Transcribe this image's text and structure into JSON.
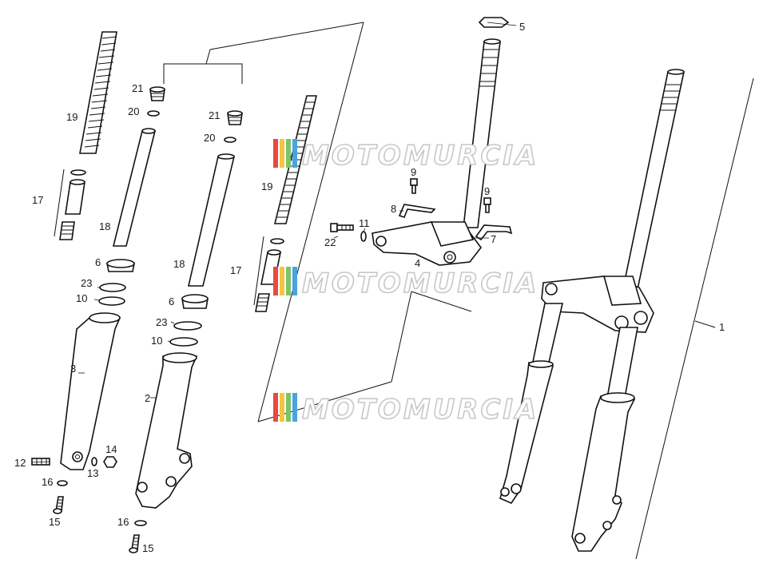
{
  "diagram": {
    "callouts": {
      "c1": "1",
      "c2": "2",
      "c3": "3",
      "c4": "4",
      "c5": "5",
      "c6a": "6",
      "c6b": "6",
      "c7": "7",
      "c9a": "9",
      "c9b": "9",
      "c10a": "10",
      "c10b": "10",
      "c11": "11",
      "c12": "12",
      "c13": "13",
      "c14": "14",
      "c15a": "15",
      "c15b": "15",
      "c16a": "16",
      "c16b": "16",
      "c17a": "17",
      "c17b": "17",
      "c18a": "18",
      "c18b": "18",
      "c19a": "19",
      "c19b": "19",
      "c20a": "20",
      "c20b": "20",
      "c21a": "21",
      "c21b": "21",
      "c22": "22",
      "c23a": "23",
      "c23b": "23"
    },
    "watermark_text": "MOTOMURCIA",
    "watermark_colors": [
      "#e84a3c",
      "#f5c542",
      "#7cc36a",
      "#4aa3df"
    ]
  }
}
